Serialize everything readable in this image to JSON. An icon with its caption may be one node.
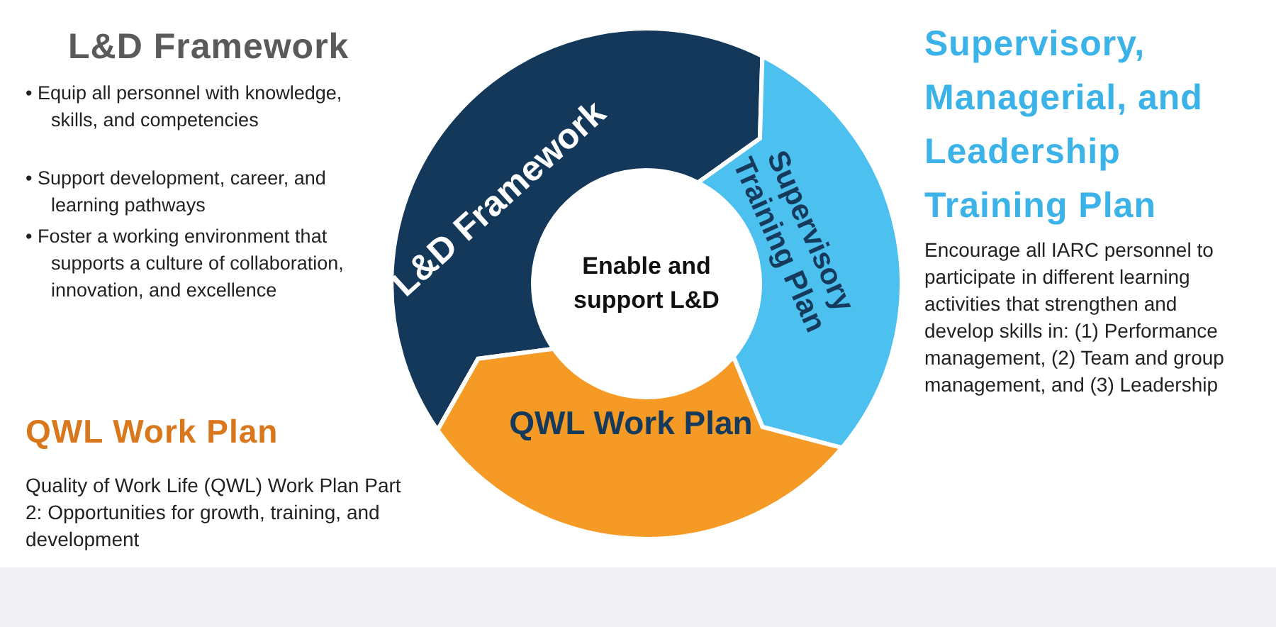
{
  "diagram": {
    "nodes": [
      {
        "text": [
          "L&D Framework"
        ]
      },
      {
        "text": [
          "Supervisory Training Plan"
        ]
      },
      {
        "text": [
          "QWL Work Plan"
        ]
      },
      {
        "text": [
          "Enable and support L&D"
        ]
      }
    ],
    "labels": [
      "L&D Framework",
      "• Equip all personnel with knowledge, skills, and competencies",
      "• Support development, career, and learning pathways",
      "• Foster a working environment that supports a culture of collaboration, innovation, and excellence",
      "Supervisory, Managerial, and Leadership Training Plan",
      "Encourage all IARC personnel to participate in different learning activities that strengthen and develop skills in: (1) Performance management, (2) Team and group management, and (3) Leadership",
      "QWL Work Plan",
      "Quality of Work Life (QWL) Work Plan Part 2: Opportunities for growth, training, and development"
    ]
  }
}
